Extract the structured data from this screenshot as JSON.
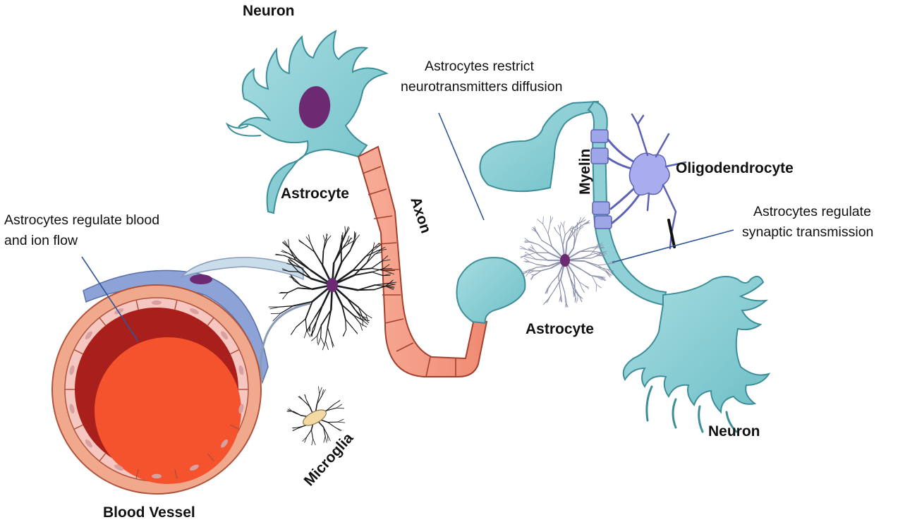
{
  "labels": {
    "neuron_top": "Neuron",
    "neuron_bottom": "Neuron",
    "astrocyte_left": "Astrocyte",
    "astrocyte_right": "Astrocyte",
    "axon": "Axon",
    "myelin": "Myelin",
    "oligodendrocyte": "Oligodendrocyte",
    "microglia": "Microglia",
    "blood_vessel": "Blood Vessel"
  },
  "annotations": {
    "blood_flow_line1": "Astrocytes regulate blood",
    "blood_flow_line2": "and ion flow",
    "restrict_line1": "Astrocytes restrict",
    "restrict_line2": "neurotransmitters diffusion",
    "synaptic_line1": "Astrocytes regulate",
    "synaptic_line2": "synaptic transmission"
  },
  "colors": {
    "neuron_fill": "#8fd0d6",
    "neuron_stroke": "#3e8e99",
    "nucleus": "#6b2a72",
    "axon_fill": "#f59b86",
    "axon_stroke": "#a3412f",
    "myelin_fill": "#9fa6e8",
    "oligodendrocyte_fill": "#a9acef",
    "vessel_outer": "#f1a98d",
    "vessel_lumen": "#a91f1b",
    "vessel_blood": "#f5532d",
    "endothelium": "#f6c6c0",
    "endfoot": "#8da2d6",
    "callout_line": "#2f5597"
  }
}
